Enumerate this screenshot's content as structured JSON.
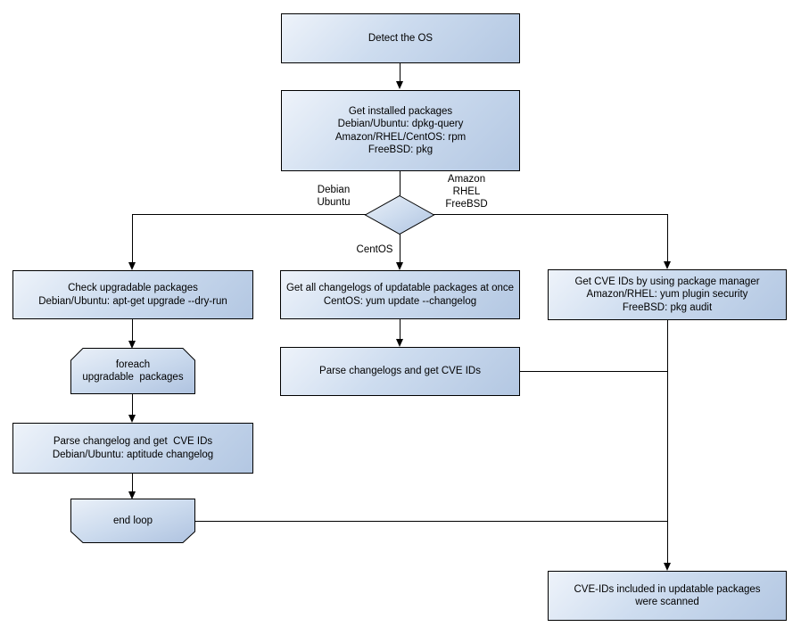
{
  "diagram": {
    "type": "flowchart",
    "subject": "OS package CVE scanning flow"
  },
  "colors": {
    "node_fill_light": "#eef3fa",
    "node_fill_dark": "#b3c7e2",
    "node_border": "#000000",
    "connector": "#000000",
    "background": "#ffffff",
    "text": "#000000"
  },
  "nodes": {
    "detect_os": {
      "lines": [
        "Detect the OS"
      ]
    },
    "get_installed_packages": {
      "lines": [
        "Get installed packages",
        "Debian/Ubuntu: dpkg-query",
        "Amazon/RHEL/CentOS: rpm",
        "FreeBSD: pkg"
      ]
    },
    "os_decision": {
      "type": "diamond",
      "label": ""
    },
    "check_upgradable": {
      "lines": [
        "Check upgradable packages",
        "Debian/Ubuntu: apt-get upgrade --dry-run"
      ]
    },
    "foreach_loop": {
      "lines": [
        "foreach",
        "upgradable  packages"
      ]
    },
    "parse_changelog_debian": {
      "lines": [
        "Parse changelog and get  CVE IDs",
        "Debian/Ubuntu: aptitude changelog"
      ]
    },
    "end_loop": {
      "lines": [
        "end loop"
      ]
    },
    "get_all_changelogs": {
      "lines": [
        "Get all changelogs of updatable packages at once",
        "CentOS: yum update --changelog"
      ]
    },
    "parse_changelogs": {
      "lines": [
        "Parse changelogs and get CVE IDs"
      ]
    },
    "get_cve_ids_pkg_manager": {
      "lines": [
        "Get CVE IDs by using package manager",
        "Amazon/RHEL: yum plugin security",
        "FreeBSD: pkg audit"
      ]
    },
    "cve_ids_scanned": {
      "lines": [
        "CVE-IDs included in updatable packages",
        "were scanned"
      ]
    }
  },
  "edge_labels": {
    "debian_ubuntu": {
      "lines": [
        "Debian",
        "Ubuntu"
      ]
    },
    "amazon_rhel_freebsd": {
      "lines": [
        "Amazon",
        "RHEL",
        "FreeBSD"
      ]
    },
    "centos": {
      "lines": [
        "CentOS"
      ]
    }
  }
}
